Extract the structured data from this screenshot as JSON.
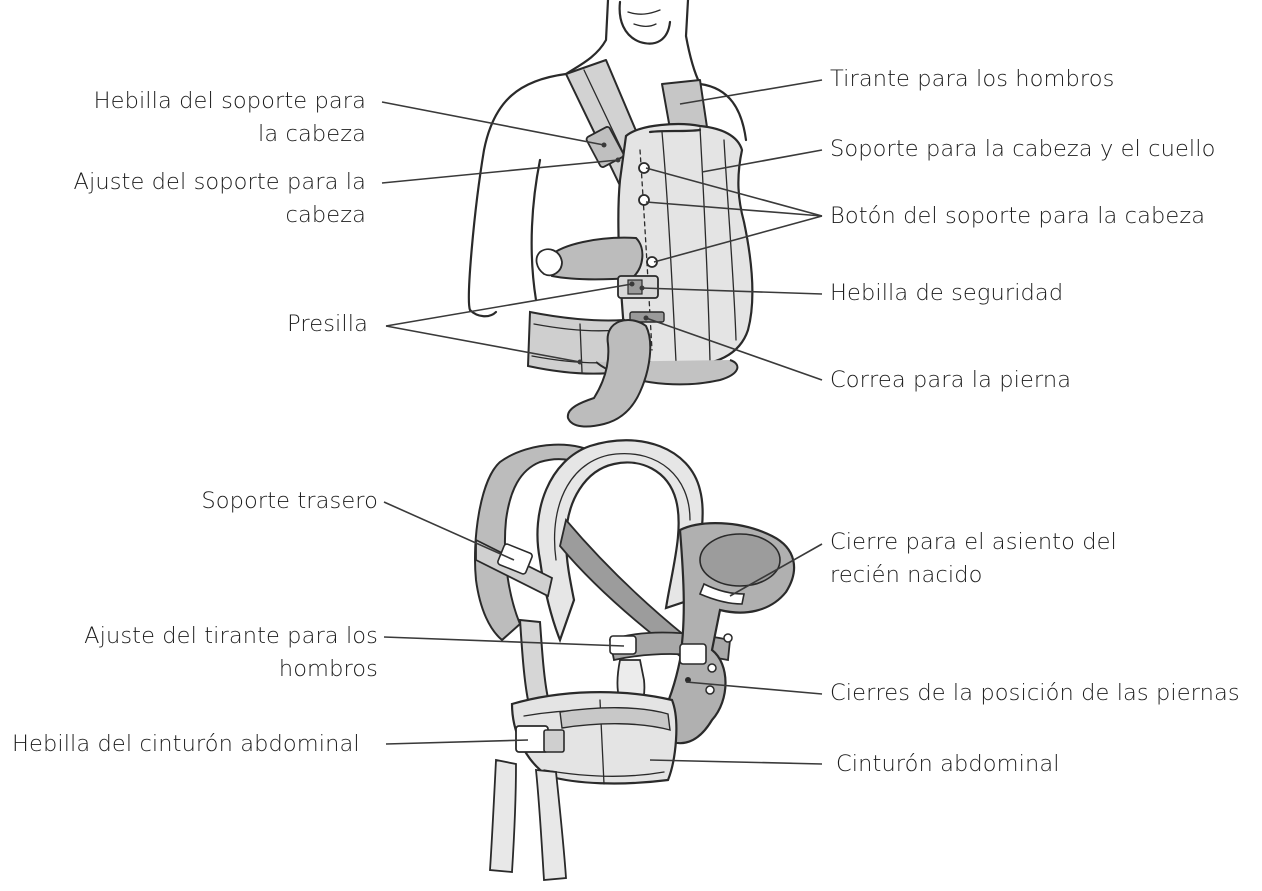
{
  "diagram": {
    "colors": {
      "fabric_light": "#e6e6e6",
      "fabric_mid": "#c9c9c9",
      "fabric_dark": "#a8a8a8",
      "baby": "#bdbdbd",
      "line": "#2a2a2a"
    },
    "labels": {
      "hebilla_soporte_cabeza": [
        "Hebilla del soporte para",
        "la cabeza"
      ],
      "ajuste_soporte_cabeza": [
        "Ajuste del soporte para la",
        "cabeza"
      ],
      "presilla": "Presilla",
      "tirante_hombros": "Tirante para los hombros",
      "soporte_cabeza_cuello": "Soporte para la cabeza y el cuello",
      "boton_soporte_cabeza": "Botón del soporte para la cabeza",
      "hebilla_seguridad": "Hebilla de seguridad",
      "correa_pierna": "Correa para la pierna",
      "soporte_trasero": "Soporte trasero",
      "cierre_asiento": [
        "Cierre para el asiento del",
        "recién nacido"
      ],
      "ajuste_tirante_hombros": [
        "Ajuste del tirante para los",
        "hombros"
      ],
      "cierres_posicion_piernas": "Cierres de la posición de las piernas",
      "hebilla_cinturon": "Hebilla del cinturón abdominal",
      "cinturon_abdominal": "Cinturón abdominal"
    }
  }
}
